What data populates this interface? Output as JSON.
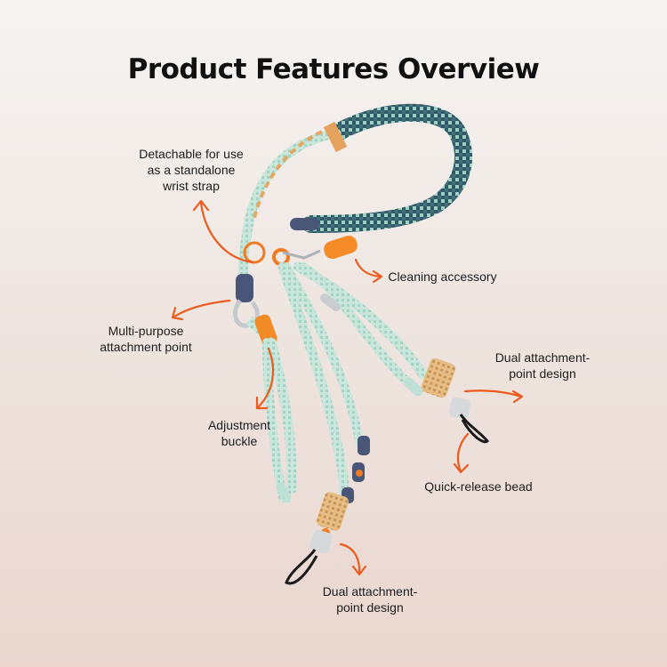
{
  "title": "Product Features Overview",
  "features": {
    "detachable": [
      "Detachable for use",
      "as a standalone",
      "wrist strap"
    ],
    "cleaning": [
      "Cleaning accessory"
    ],
    "multipurpose": [
      "Multi-purpose",
      "attachment point"
    ],
    "adjustment": [
      "Adjustment",
      "buckle"
    ],
    "dual_right": [
      "Dual attachment-",
      "point design"
    ],
    "quick_release": [
      "Quick-release bead"
    ],
    "dual_bottom": [
      "Dual attachment-",
      "point design"
    ]
  },
  "colors": {
    "accent_orange": "#f07a21",
    "arrow_orange": "#ec5a1c",
    "cord_mint": "#bfe0d6",
    "cord_dark": "#2f5a67",
    "braid_tan": "#e0b27a",
    "bead_navy": "#4a5678",
    "clip_silver": "#cfd3d6"
  }
}
